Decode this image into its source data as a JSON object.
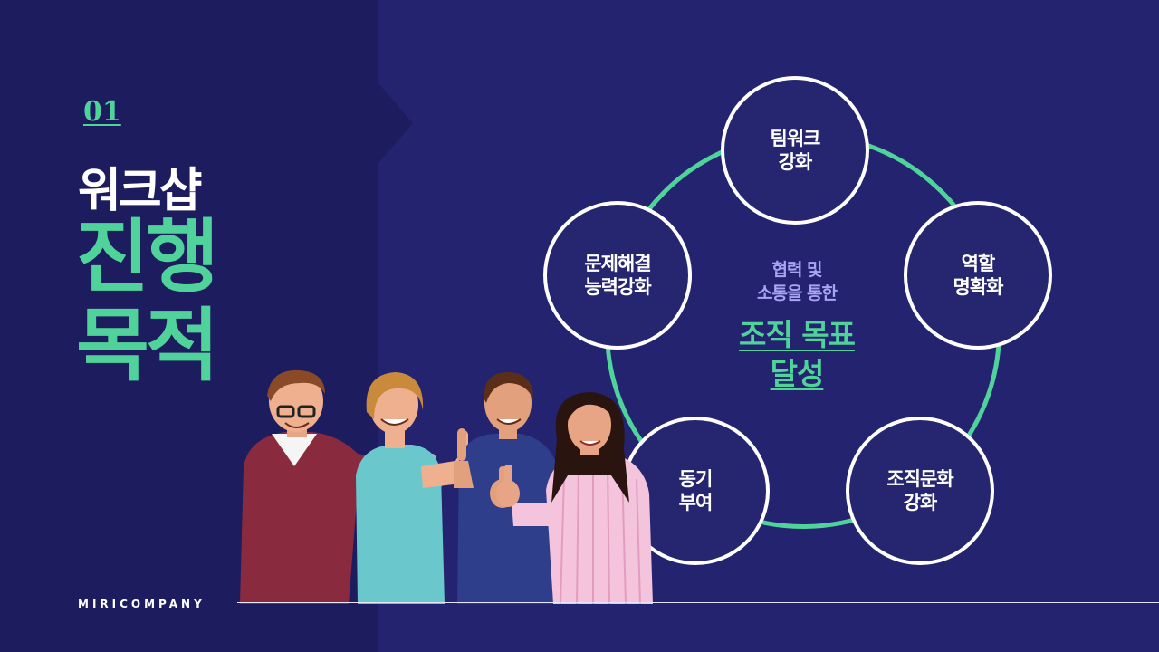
{
  "section": {
    "number": "01",
    "title_line1": "워크샵",
    "title_line2": "진행",
    "title_line3": "목적"
  },
  "brand": "MIRICOMPANY",
  "diagram": {
    "center_sub_line1": "협력 및",
    "center_sub_line2": "소통을 통한",
    "center_main_line1": "조직 목표",
    "center_main_line2": "달성",
    "nodes": [
      {
        "line1": "팀워크",
        "line2": "강화"
      },
      {
        "line1": "역할",
        "line2": "명확화"
      },
      {
        "line1": "조직문화",
        "line2": "강화"
      },
      {
        "line1": "동기",
        "line2": "부여"
      },
      {
        "line1": "문제해결",
        "line2": "능력강화"
      }
    ]
  },
  "colors": {
    "background": "#232370",
    "left_panel": "#1c1c5f",
    "accent_green": "#4fd39b",
    "center_sub_lavender": "#a9a4f2",
    "white": "#ffffff"
  },
  "illustration": "four-people-thumbs-up"
}
